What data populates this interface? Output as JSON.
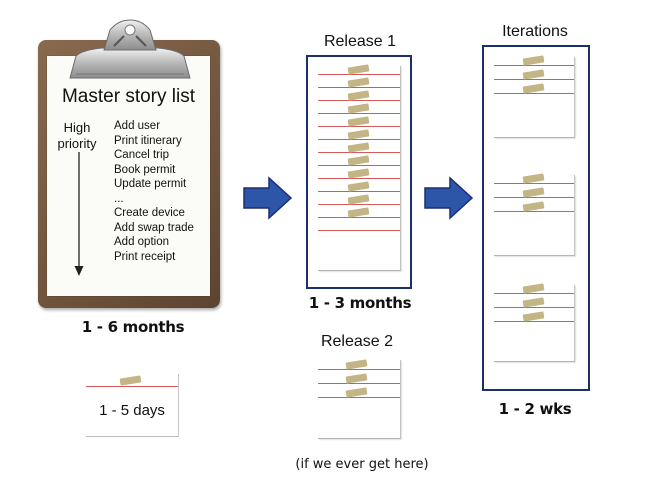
{
  "colors": {
    "box_border": "#1b2f73",
    "arrow_fill": "#2e56a8",
    "red_line": "#d25a5a",
    "tape": "#c3b585"
  },
  "clipboard": {
    "title": "Master story list",
    "priority_label": "High\npriority",
    "stories": [
      "Add user",
      "Print itinerary",
      "Cancel trip",
      "Book permit",
      "Update permit",
      "...",
      "Create device",
      "Add swap trade",
      "Add option",
      "Print receipt"
    ],
    "duration": "1 - 6 months"
  },
  "story_card": {
    "text": "1 - 5 days"
  },
  "release1": {
    "title": "Release 1",
    "duration": "1 - 3 months"
  },
  "release2": {
    "title": "Release 2",
    "note": "(if we ever get here)"
  },
  "iterations": {
    "title": "Iterations",
    "duration": "1 - 2 wks"
  }
}
